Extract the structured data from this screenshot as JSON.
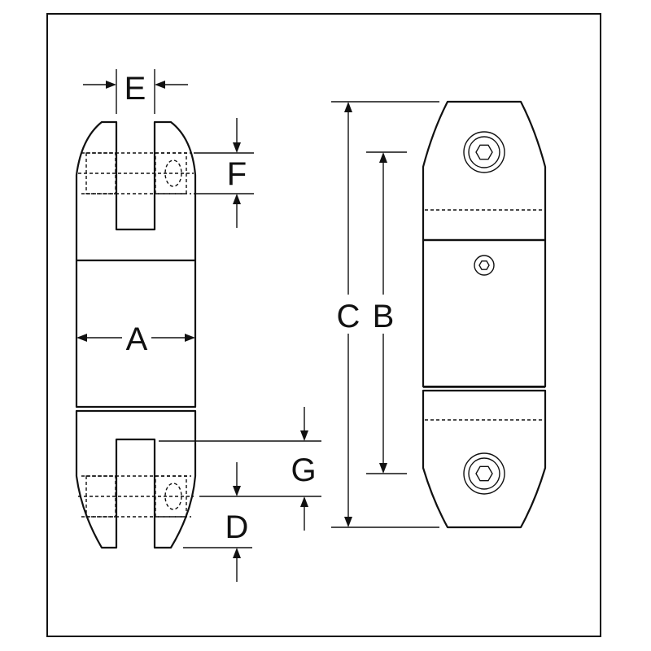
{
  "labels": {
    "a": "A",
    "b": "B",
    "c": "C",
    "d": "D",
    "e": "E",
    "f": "F",
    "g": "G"
  },
  "colors": {
    "line": "#111111",
    "background": "#ffffff"
  }
}
